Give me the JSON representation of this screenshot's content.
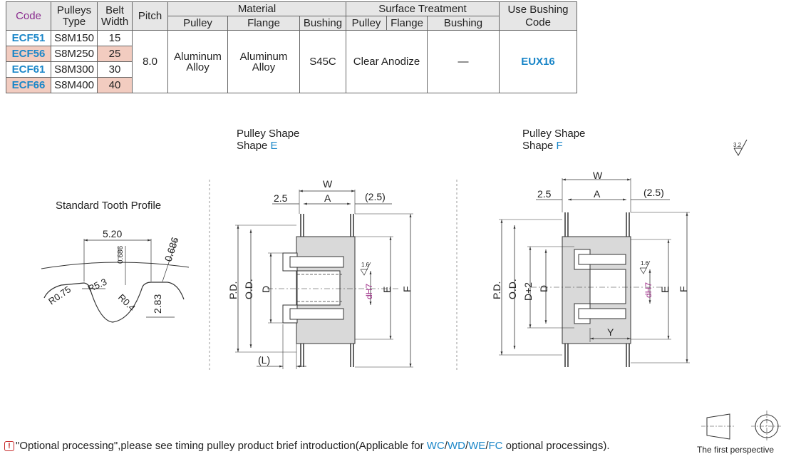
{
  "table": {
    "headers": {
      "code": "Code",
      "pulleys_type": "Pulleys Type",
      "belt_width": "Belt Width",
      "pitch": "Pitch",
      "material": "Material",
      "surface_treatment": "Surface Treatment",
      "use_bushing_code": "Use Bushing Code",
      "pulley": "Pulley",
      "flange": "Flange",
      "bushing": "Bushing"
    },
    "rows": [
      {
        "code": "ECF51",
        "type": "S8M150",
        "belt_width": "15"
      },
      {
        "code": "ECF56",
        "type": "S8M250",
        "belt_width": "25"
      },
      {
        "code": "ECF61",
        "type": "S8M300",
        "belt_width": "30"
      },
      {
        "code": "ECF66",
        "type": "S8M400",
        "belt_width": "40"
      }
    ],
    "pitch": "8.0",
    "material_pulley": "Aluminum Alloy",
    "material_flange": "Aluminum Alloy",
    "material_bushing": "S45C",
    "surface_pulley_flange": "Clear Anodize",
    "surface_bushing": "—",
    "use_bushing": "EUX16"
  },
  "tooth_profile": {
    "title": "Standard Tooth Profile",
    "dim_pitch": "5.20",
    "dim_small": "0.686",
    "dim_right": "0.686",
    "dim_r075": "R0.75",
    "dim_r53": "R5.3",
    "dim_r04": "R0.4",
    "dim_depth": "2.83"
  },
  "shape_e": {
    "title": "Pulley Shape",
    "shape_prefix": "Shape ",
    "shape_letter": "E",
    "dim_w": "W",
    "dim_a": "A",
    "dim_25": "2.5",
    "dim_25p": "(2.5)",
    "dim_pd": "P.D.",
    "dim_od": "O.D.",
    "dim_d": "D",
    "dim_dh7": "dH7",
    "dim_e": "E",
    "dim_f": "F",
    "dim_l": "(L)",
    "roughness": "1.6"
  },
  "shape_f": {
    "title": "Pulley Shape",
    "shape_prefix": "Shape ",
    "shape_letter": "F",
    "dim_w": "W",
    "dim_a": "A",
    "dim_25": "2.5",
    "dim_25p": "(2.5)",
    "dim_pd": "P.D.",
    "dim_od": "O.D.",
    "dim_d2": "D+2",
    "dim_d": "D",
    "dim_dh7": "dH7",
    "dim_e": "E",
    "dim_f": "F",
    "dim_y": "Y",
    "roughness": "1.6"
  },
  "surface_roughness": "3.2",
  "note": {
    "icon": "!",
    "text_before": "\"Optional processing\",please see timing pulley product brief introduction(Applicable for ",
    "wc": "WC",
    "wd": "WD",
    "we": "WE",
    "fc": "FC",
    "text_after": " optional processings)."
  },
  "perspective": "The first perspective",
  "colors": {
    "accent_blue": "#1a86c8",
    "code_header": "#8a2c8f",
    "row_highlight": "#f2ccc0",
    "header_bg": "#e6e6e6"
  }
}
